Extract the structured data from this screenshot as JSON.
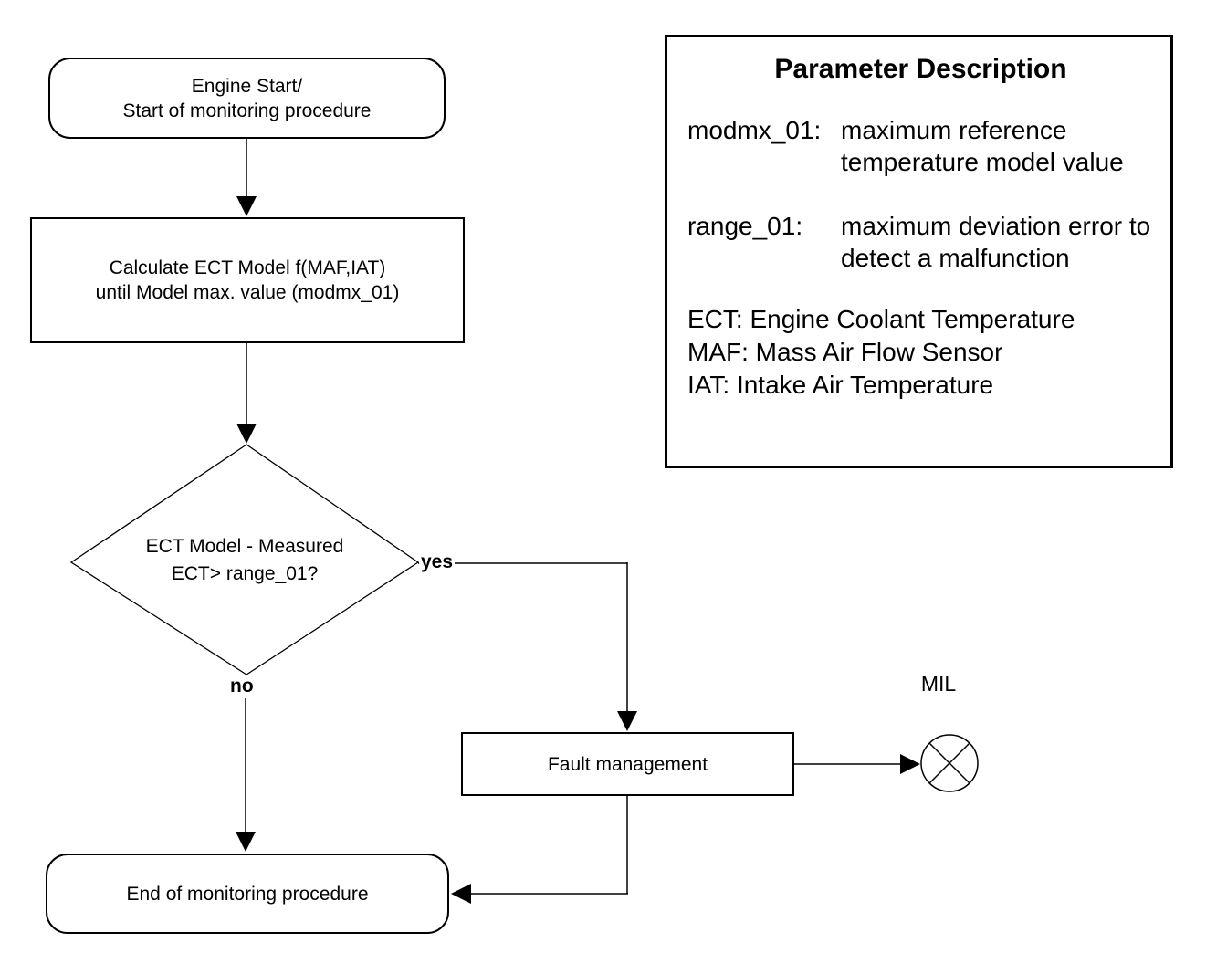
{
  "flowchart": {
    "start": {
      "line1": "Engine Start/",
      "line2": "Start of monitoring procedure"
    },
    "calculate": {
      "line1": "Calculate ECT Model f(MAF,IAT)",
      "line2": "until Model max. value (modmx_01)"
    },
    "decision": {
      "line1": "ECT Model - Measured",
      "line2": "ECT> range_01?"
    },
    "fault": {
      "label": "Fault management"
    },
    "end": {
      "label": "End of monitoring procedure"
    },
    "edge_labels": {
      "yes": "yes",
      "no": "no"
    },
    "mil": {
      "label": "MIL",
      "icon": "circle-x-lamp-icon"
    }
  },
  "legend": {
    "title": "Parameter Description",
    "params": [
      {
        "name": "modmx_01:",
        "desc": "maximum reference temperature model value"
      },
      {
        "name": "range_01:",
        "desc": "maximum deviation error to detect a malfunction"
      }
    ],
    "acronyms": [
      {
        "label": "ECT:",
        "text": "Engine Coolant Temperature"
      },
      {
        "label": "MAF:",
        "text": "Mass Air Flow Sensor"
      },
      {
        "label": "IAT:",
        "text": "Intake Air Temperature"
      }
    ]
  },
  "colors": {
    "line": "#000000",
    "background": "#ffffff",
    "text": "#000000"
  }
}
